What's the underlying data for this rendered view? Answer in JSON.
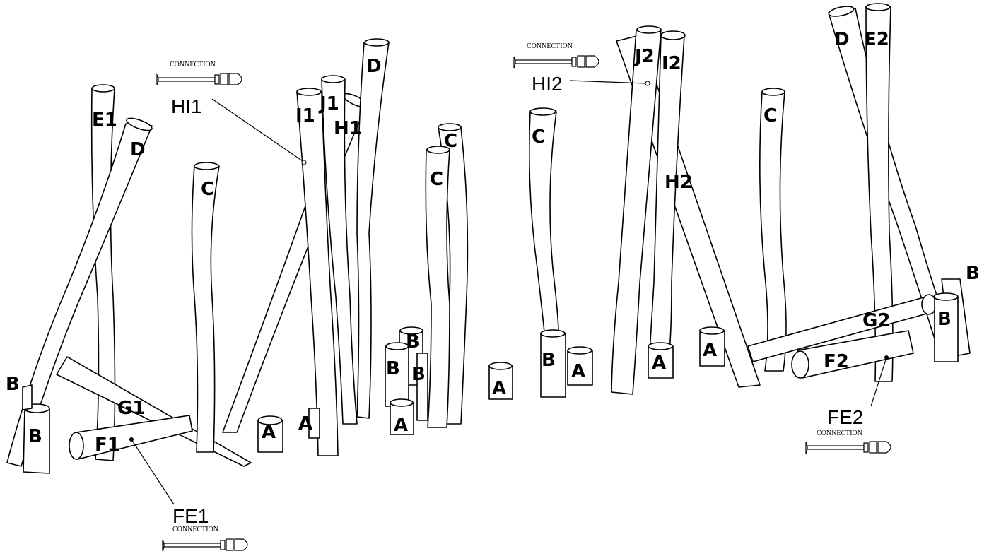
{
  "diagram": {
    "connections": [
      {
        "ref": "HI1",
        "caption": "CONNECTION"
      },
      {
        "ref": "HI2",
        "caption": "CONNECTION"
      },
      {
        "ref": "FE1",
        "caption": "CONNECTION"
      },
      {
        "ref": "FE2",
        "caption": "CONNECTION"
      }
    ],
    "left_frame_labels": {
      "e": "E1",
      "d": "D",
      "c": "C",
      "b_top": "B",
      "b_bottom": "B",
      "g": "G1",
      "f": "F1",
      "i": "I1",
      "j": "J1",
      "h": "H1"
    },
    "middle_labels": {
      "d": "D",
      "c1": "C",
      "c2": "C",
      "c3": "C",
      "a1": "A",
      "a2": "A",
      "a3": "A",
      "a4": "A",
      "a5": "A",
      "b1": "B",
      "b2": "B",
      "b3": "B",
      "b4": "B"
    },
    "right_frame_labels": {
      "j": "J2",
      "i": "I2",
      "h": "H2",
      "d": "D",
      "e": "E2",
      "c": "C",
      "a1": "A",
      "a2": "A",
      "g": "G2",
      "f": "F2",
      "b_top": "B",
      "b_pole": "B"
    }
  }
}
